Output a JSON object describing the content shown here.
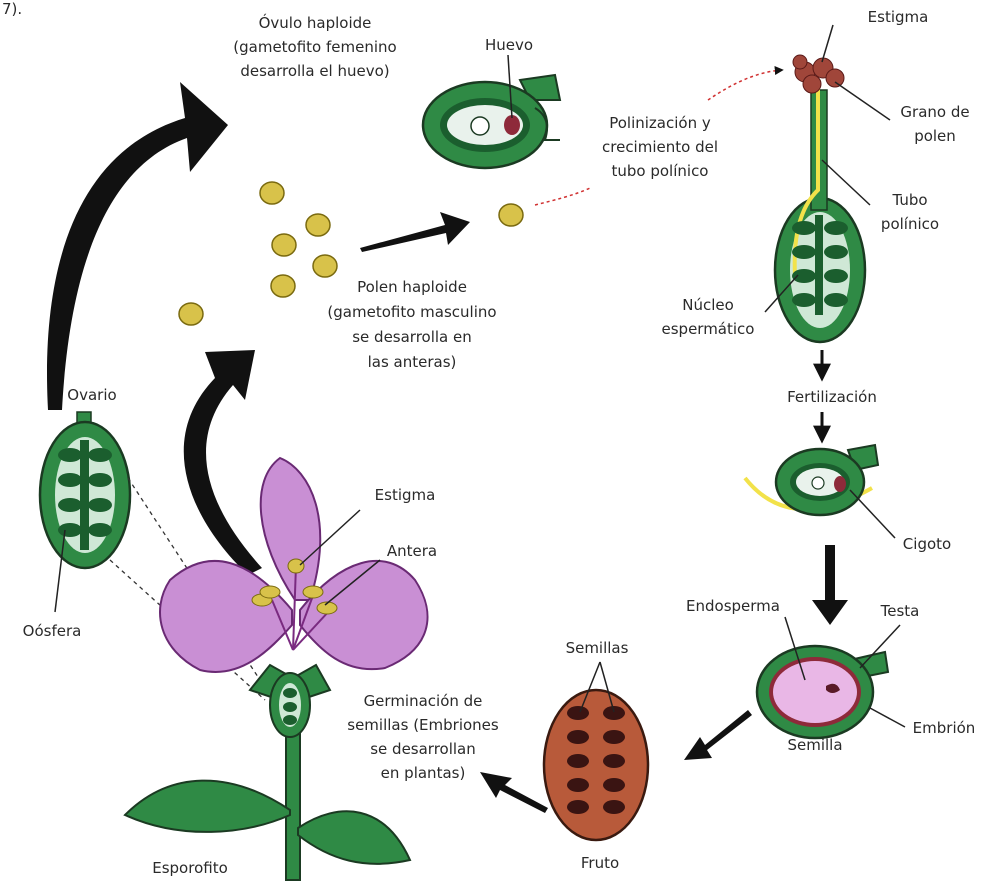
{
  "corner_text": "7).",
  "labels": {
    "ovulo": [
      "Óvulo haploide",
      "(gametofito femenino",
      "desarrolla el huevo)"
    ],
    "huevo": "Huevo",
    "polinizacion": [
      "Polinización y",
      "crecimiento del",
      "tubo polínico"
    ],
    "estigma_top": "Estigma",
    "grano_polen": [
      "Grano de",
      "polen"
    ],
    "tubo_polinico": [
      "Tubo",
      "polínico"
    ],
    "polen": [
      "Polen haploide",
      "(gametofito masculino",
      "se desarrolla en",
      "las anteras)"
    ],
    "nucleo": [
      "Núcleo",
      "espermático"
    ],
    "fertilizacion": "Fertilización",
    "ovario": "Ovario",
    "oosfera": "Oósfera",
    "estigma_flower": "Estigma",
    "antera": "Antera",
    "cigoto": "Cigoto",
    "endosperma": "Endosperma",
    "testa": "Testa",
    "semillas": "Semillas",
    "germinacion": [
      "Germinación de",
      "semillas (Embriones",
      "se desarrollan",
      "en plantas)"
    ],
    "semilla": "Semilla",
    "embrion": "Embrión",
    "esporofito": "Esporofito",
    "fruto": "Fruto"
  },
  "colors": {
    "leaf_green": "#2f8a45",
    "dark_green": "#1b5e2e",
    "petal_purple": "#c98fd4",
    "pollen_yellow": "#d8c24a",
    "fruit_red": "#b85a3a",
    "endosperm_pink": "#e9b7e6",
    "egg_red": "#8e2a3a",
    "tube_yellow": "#f2e24a"
  }
}
